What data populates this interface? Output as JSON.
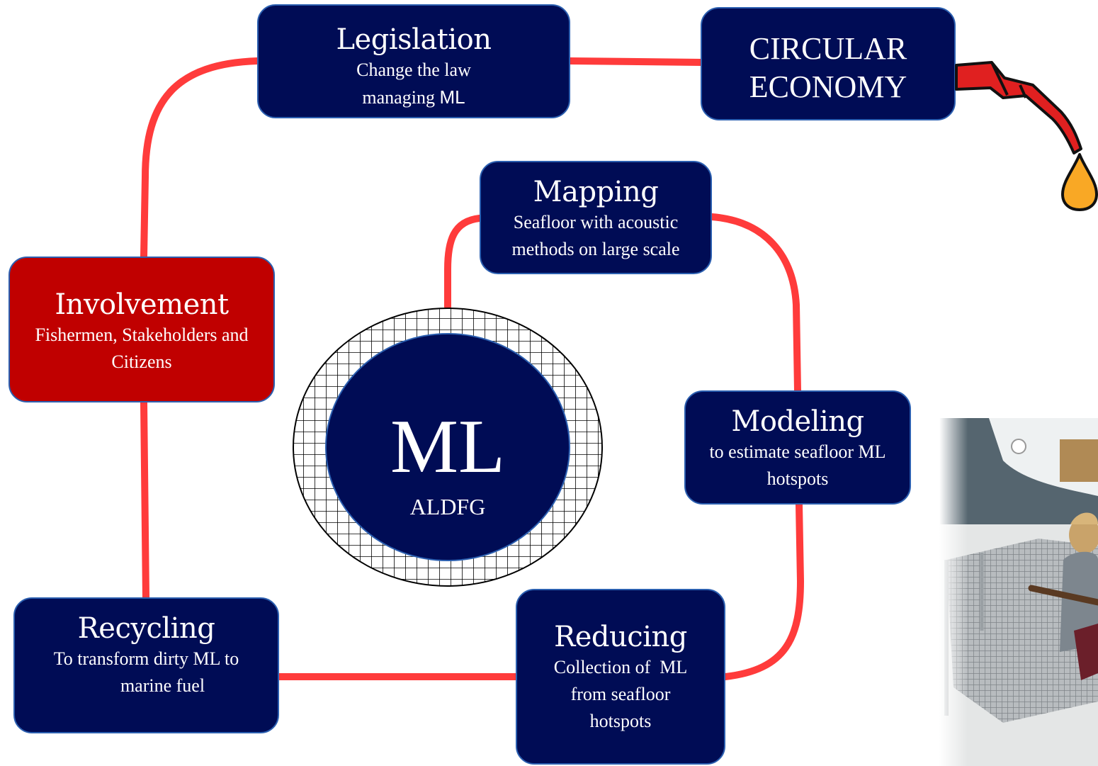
{
  "legislation": {
    "title": "Legislation",
    "line1": "Change the law",
    "line2": "managing ",
    "line2_tail": "ML"
  },
  "circular_economy": {
    "line1": "CIRCULAR",
    "line2": "ECONOMY"
  },
  "mapping": {
    "title": "Mapping",
    "line1": "Seafloor with acoustic",
    "line2": "methods on large scale"
  },
  "involvement": {
    "title": "Involvement",
    "line1": "Fishermen, Stakeholders and",
    "line2": "Citizens"
  },
  "modeling": {
    "title": "Modeling",
    "line1": "to estimate seafloor ML",
    "line2": "hotspots"
  },
  "recycling": {
    "title": "Recycling",
    "line1": "To transform dirty ML to",
    "line2": "marine fuel"
  },
  "reducing": {
    "title": "Reducing",
    "line1": "Collection of  ML",
    "line2": "from seafloor",
    "line3": "hotspots"
  },
  "center": {
    "main": "ML",
    "sub": "ALDFG"
  },
  "colors": {
    "box_fill": "#000c55",
    "box_border": "#2b5fb0",
    "involvement_fill": "#c00000",
    "connector": "#ff3b3b",
    "fuel_drop": "#f9a825"
  },
  "icons": {
    "fuel": "fuel-nozzle-icon",
    "photo": "volunteer-collecting-debris-photo"
  }
}
